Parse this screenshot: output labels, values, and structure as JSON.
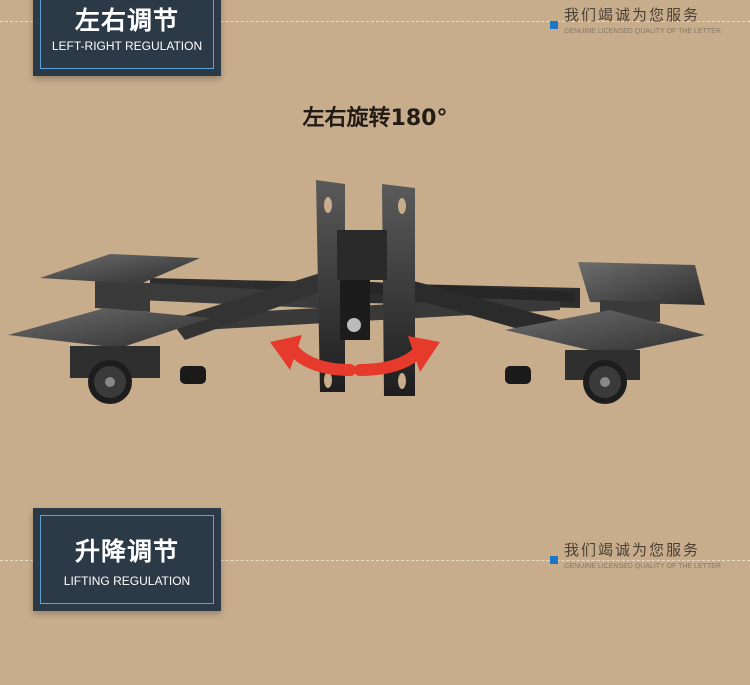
{
  "section1": {
    "title": "左右调节",
    "subtitle": "LEFT-RIGHT REGULATION",
    "tag_cn": "我们竭诚为您服务",
    "tag_en": "GENUINE LICENSED QUALITY OF THE LETTER"
  },
  "caption": "左右旋转180°",
  "section2": {
    "title": "升降调节",
    "subtitle": "LIFTING REGULATION",
    "tag_cn": "我们竭诚为您服务",
    "tag_en": "GENUINE LICENSED QUALITY OF THE LETTER"
  },
  "colors": {
    "background": "#c8ad8d",
    "badge": "#2c3946",
    "badge_border": "#5ba3d8",
    "accent_square": "#1f76c4",
    "arrow": "#e53a2c"
  },
  "icons": {
    "rotation_arrows": "red-curved-arrows-icon"
  }
}
